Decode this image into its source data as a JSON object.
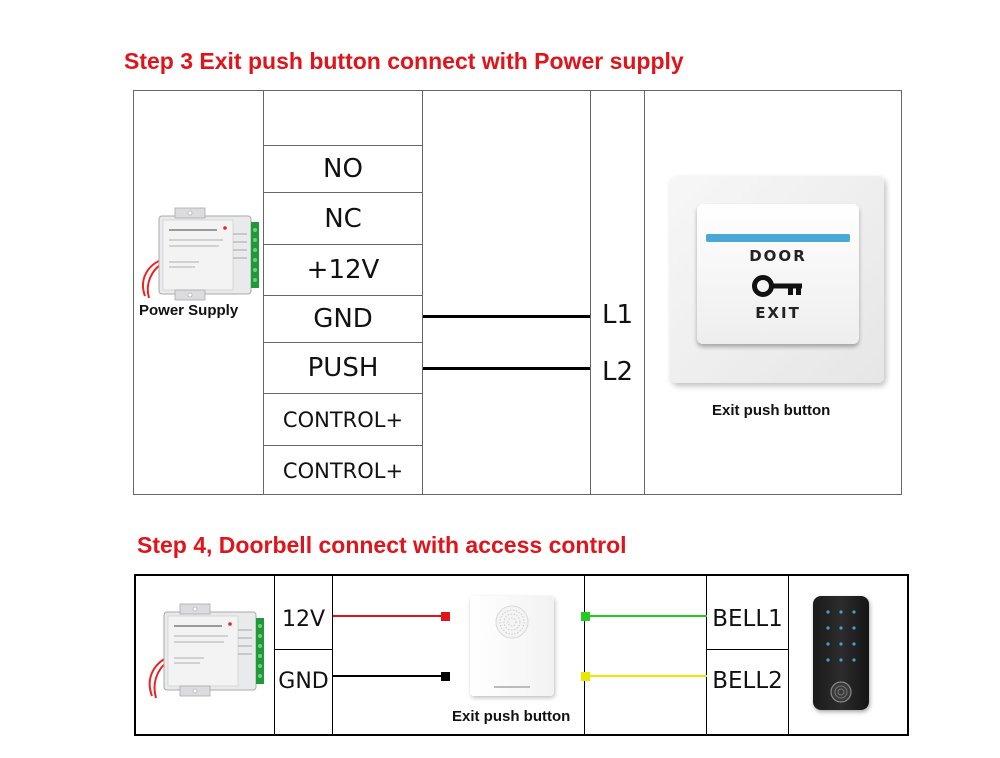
{
  "step3": {
    "title": "Step 3 Exit push button connect with Power supply",
    "power_supply_label": "Power Supply",
    "terminals": [
      "",
      "NO",
      "NC",
      "+12V",
      "GND",
      "PUSH",
      "CONTROL+",
      "CONTROL+"
    ],
    "wire_labels": [
      "L1",
      "L2"
    ],
    "button_face": {
      "top": "DOOR",
      "bottom": "EXIT"
    },
    "exit_button_label": "Exit push button"
  },
  "step4": {
    "title": "Step 4, Doorbell connect with access control",
    "power_terminals": [
      "12V",
      "GND"
    ],
    "doorbell_label": "Exit push button",
    "bell_terminals": [
      "BELL1",
      "BELL2"
    ]
  },
  "colors": {
    "title_red": "#e0141b",
    "wire_red": "#e0141b",
    "wire_green": "#22cc22",
    "wire_yellow": "#e8e800",
    "wire_black": "#000000"
  },
  "icons": [
    "power-supply-icon",
    "exit-button-icon",
    "key-icon",
    "doorbell-icon",
    "keypad-icon",
    "fingerprint-icon"
  ]
}
